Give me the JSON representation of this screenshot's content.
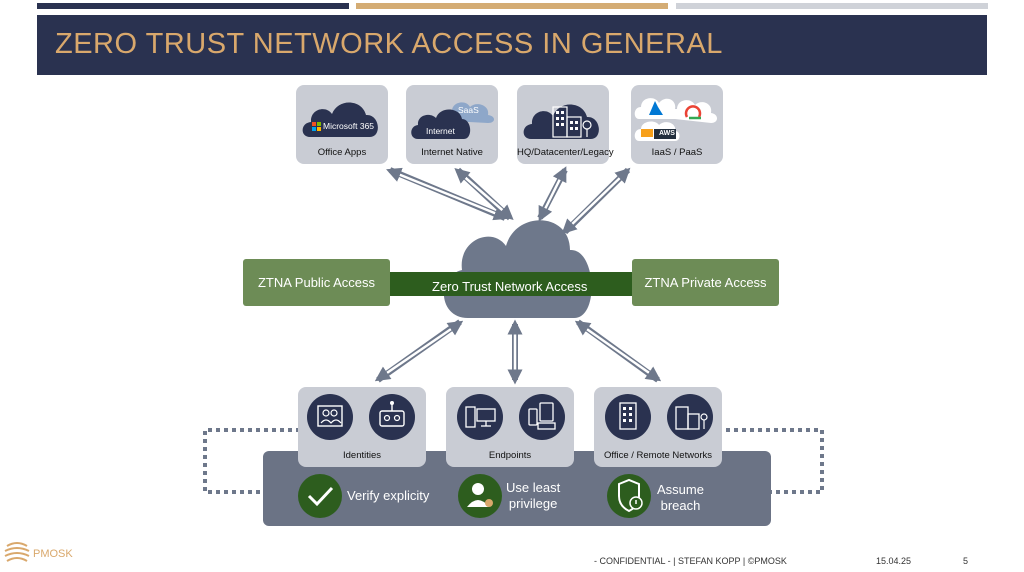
{
  "header": {
    "title": "ZERO TRUST NETWORK ACCESS IN GENERAL"
  },
  "colors": {
    "navy": "#2a3250",
    "gold": "#d9a86c",
    "green": "#6d8c56",
    "dark_green": "#2d5d1e",
    "slate": "#6b7385",
    "cloud": "#6e788b"
  },
  "resources": [
    {
      "label": "Office Apps",
      "cloud_text": "Microsoft 365",
      "icon": "microsoft-logo-icon"
    },
    {
      "label": "Internet Native",
      "cloud_text": "Internet",
      "cloud_text2": "SaaS",
      "icon": "cloud-icon"
    },
    {
      "label": "HQ/Datacenter/Legacy",
      "icon": "building-icon"
    },
    {
      "label": "IaaS / PaaS",
      "badge": "AWS",
      "icon": "azure-gcp-aws-icon"
    }
  ],
  "core": {
    "center": "Zero Trust Network Access",
    "left": "ZTNA Public Access",
    "right": "ZTNA Private Access"
  },
  "consumers": [
    {
      "label": "Identities",
      "icons": [
        "users-icon",
        "robot-icon"
      ]
    },
    {
      "label": "Endpoints",
      "icons": [
        "desktop-icon",
        "mobile-devices-icon"
      ]
    },
    {
      "label": "Office / Remote Networks",
      "icons": [
        "office-building-icon",
        "branch-building-icon"
      ]
    }
  ],
  "principles": [
    {
      "text": "Verify explicity",
      "icon": "check-icon"
    },
    {
      "line1": "Use least",
      "line2": "privilege",
      "icon": "user-lock-icon"
    },
    {
      "line1": "Assume",
      "line2": "breach",
      "icon": "shield-alert-icon"
    }
  ],
  "footer": {
    "brand": "PMOSK",
    "confidential": "- CONFIDENTIAL - | STEFAN KOPP | ©PMOSK",
    "date": "15.04.25",
    "page": "5"
  }
}
